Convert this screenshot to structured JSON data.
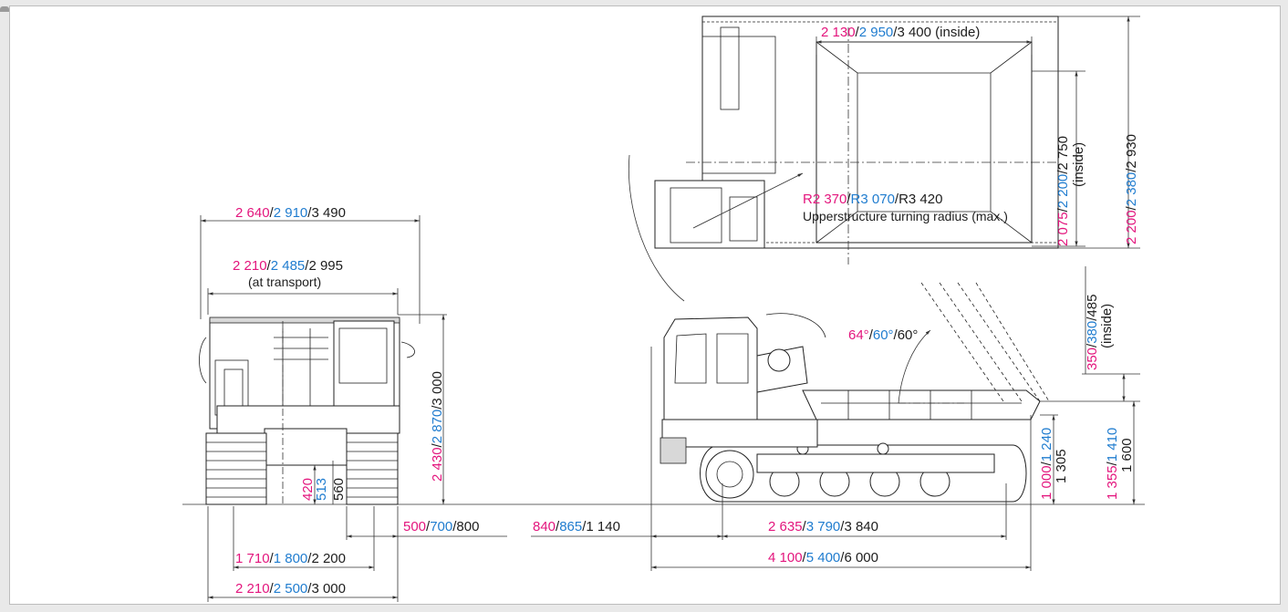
{
  "colors": {
    "model_a": "#e3157d",
    "model_b": "#1f7ccf",
    "model_c": "#1d1d1d"
  },
  "dims": {
    "top_bed_length": {
      "a": "2 130",
      "b": "2 950",
      "c": "3 400",
      "suffix": " (inside)"
    },
    "top_bed_width_inside": {
      "a": "2 075",
      "b": "2 200",
      "c": "2 750",
      "suffix": "(inside)"
    },
    "top_overall_width": {
      "a": "2 200",
      "b": "2 380",
      "c": "2 930"
    },
    "turning_radius": {
      "a": "R2 370",
      "b": "R3 070",
      "c": "R3 420",
      "note": "Upperstructure turning radius (max.)"
    },
    "front_bed_width": {
      "a": "2 640",
      "b": "2 910",
      "c": "3 490"
    },
    "front_transport_width": {
      "a": "2 210",
      "b": "2 485",
      "c": "2 995",
      "note": "(at transport)"
    },
    "front_height": {
      "a": "2 430",
      "b": "2 870",
      "c": "3 000"
    },
    "ground_clearance": {
      "a": "420",
      "b": "513",
      "c": "560"
    },
    "track_width": {
      "a": "500",
      "b": "700",
      "c": "800"
    },
    "track_gauge": {
      "a": "1 710",
      "b": "1 800",
      "c": "2 200"
    },
    "overall_width": {
      "a": "2 210",
      "b": "2 500",
      "c": "3 000"
    },
    "front_overhang": {
      "a": "840",
      "b": "865",
      "c": "1 140"
    },
    "tumbler_distance": {
      "a": "2 635",
      "b": "3 790",
      "c": "3 840"
    },
    "overall_length": {
      "a": "4 100",
      "b": "5 400",
      "c": "6 000"
    },
    "dump_angle": {
      "a": "64°",
      "b": "60°",
      "c": "60°"
    },
    "side_height": {
      "a": "350",
      "b": "380",
      "c": "485",
      "suffix": "(inside)"
    },
    "bed_height_rear": {
      "a": "1 000",
      "b": "1 240",
      "c": "1 305"
    },
    "bed_height": {
      "a": "1 355",
      "b": "1 410",
      "c": "1 600"
    }
  }
}
